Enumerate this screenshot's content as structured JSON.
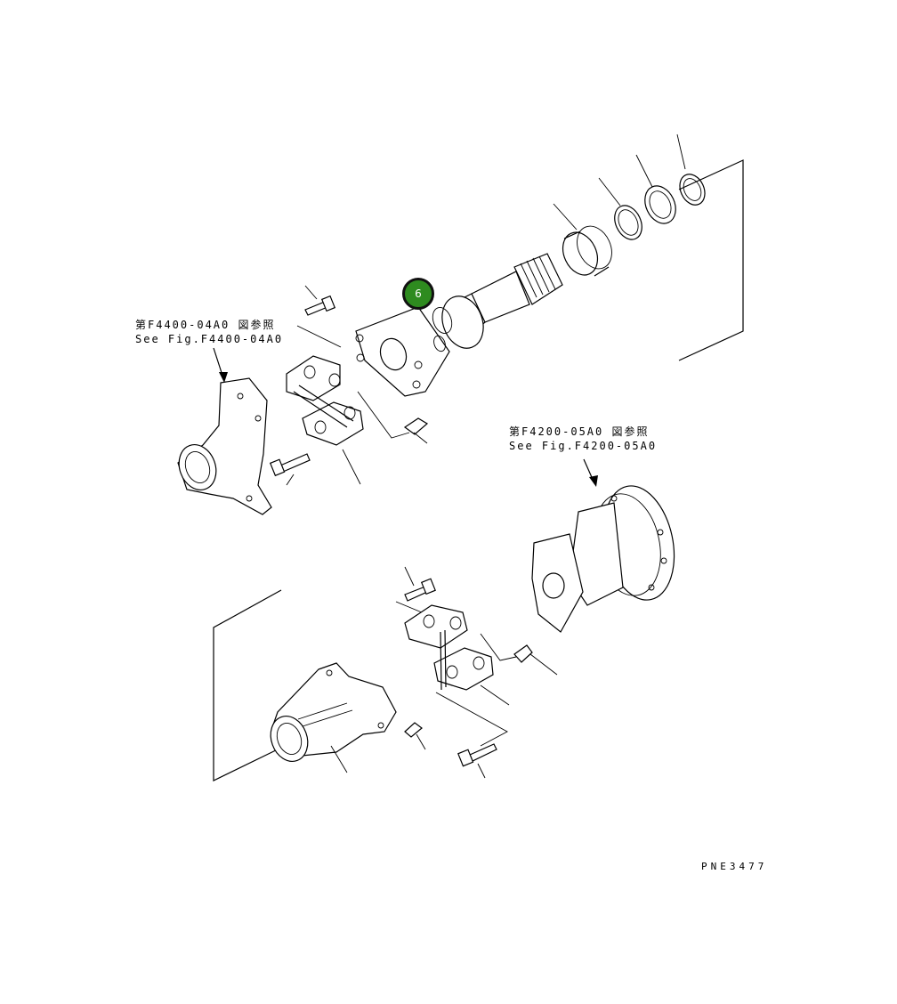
{
  "references": [
    {
      "jp": "第F4400-04A0 図参照",
      "en": "See Fig.F4400-04A0"
    },
    {
      "jp": "第F4200-05A0 図参照",
      "en": "See Fig.F4200-05A0"
    }
  ],
  "callouts": [
    {
      "number": "6",
      "color": "#2e8b1f"
    }
  ],
  "drawing_code": "PNE3477"
}
